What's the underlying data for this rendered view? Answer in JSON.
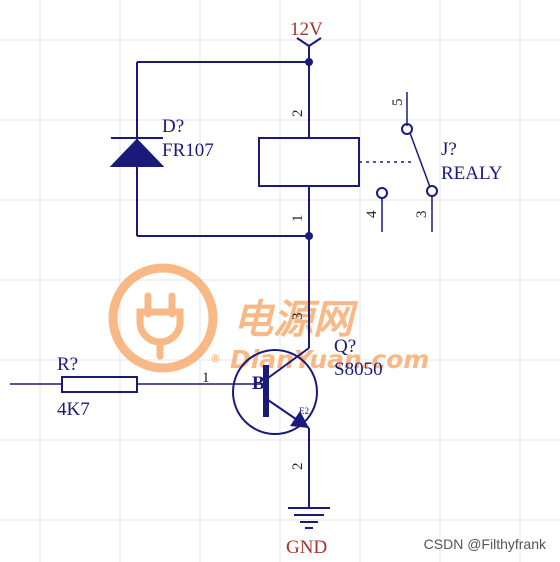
{
  "power": {
    "supply_label": "12V",
    "ground_label": "GND"
  },
  "diode": {
    "ref": "D?",
    "value": "FR107"
  },
  "relay": {
    "ref": "J?",
    "value": "REALY",
    "coil_pins": {
      "top": "2",
      "bottom": "1"
    },
    "contact_pins": {
      "common": "3",
      "no": "4",
      "nc": "5"
    }
  },
  "resistor": {
    "ref": "R?",
    "value": "4K7"
  },
  "transistor": {
    "ref": "Q?",
    "value": "S8050",
    "base_label": "B",
    "pins": {
      "collector": "3",
      "emitter": "2",
      "base": "1",
      "emitter_small": "E2"
    }
  },
  "watermark": {
    "brand_cn": "电源网",
    "brand_en": "DianYuan.com",
    "registered": "®"
  },
  "credit": "CSDN @Filthyfrank",
  "colors": {
    "wire": "#1a1a7a",
    "power_label": "#a83232",
    "watermark": "#f6a25e"
  }
}
